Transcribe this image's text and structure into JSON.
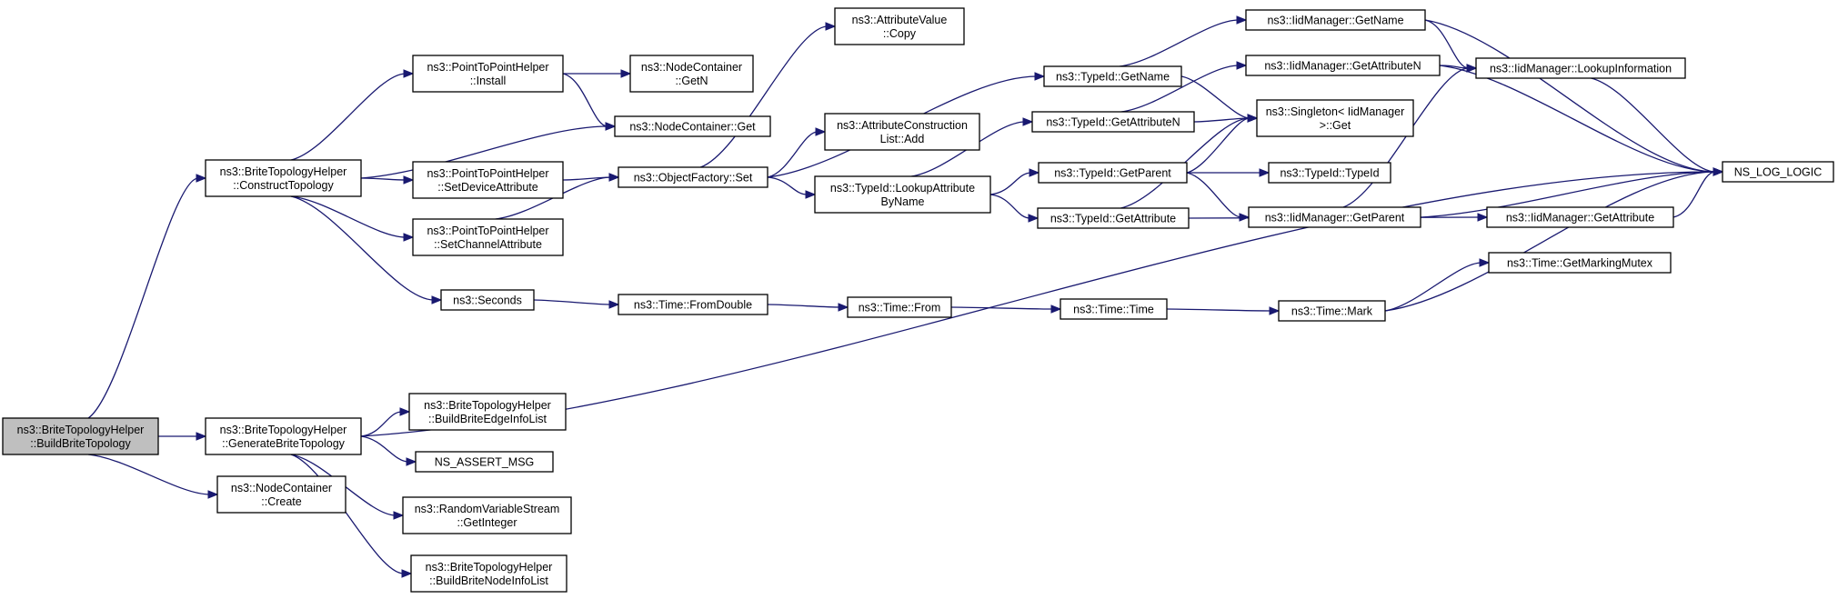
{
  "graph": {
    "edge_color": "#191970",
    "root_fill": "#bfbfbf",
    "node_fill": "#ffffff",
    "nodes": [
      {
        "id": "root",
        "lines": [
          "ns3::BriteTopologyHelper",
          "::BuildBriteTopology"
        ],
        "root": true
      },
      {
        "id": "construct",
        "lines": [
          "ns3::BriteTopologyHelper",
          "::ConstructTopology"
        ]
      },
      {
        "id": "generate",
        "lines": [
          "ns3::BriteTopologyHelper",
          "::GenerateBriteTopology"
        ]
      },
      {
        "id": "nc_create",
        "lines": [
          "ns3::NodeContainer",
          "::Create"
        ]
      },
      {
        "id": "p2p_install",
        "lines": [
          "ns3::PointToPointHelper",
          "::Install"
        ]
      },
      {
        "id": "nc_getn",
        "lines": [
          "ns3::NodeContainer",
          "::GetN"
        ]
      },
      {
        "id": "nc_get",
        "lines": [
          "ns3::NodeContainer::Get"
        ]
      },
      {
        "id": "p2p_setdev",
        "lines": [
          "ns3::PointToPointHelper",
          "::SetDeviceAttribute"
        ]
      },
      {
        "id": "p2p_setchan",
        "lines": [
          "ns3::PointToPointHelper",
          "::SetChannelAttribute"
        ]
      },
      {
        "id": "seconds",
        "lines": [
          "ns3::Seconds"
        ]
      },
      {
        "id": "objfactory_set",
        "lines": [
          "ns3::ObjectFactory::Set"
        ]
      },
      {
        "id": "attrval_copy",
        "lines": [
          "ns3::AttributeValue",
          "::Copy"
        ]
      },
      {
        "id": "attrcons_add",
        "lines": [
          "ns3::AttributeConstruction",
          "List::Add"
        ]
      },
      {
        "id": "typeid_lookup",
        "lines": [
          "ns3::TypeId::LookupAttribute",
          "ByName"
        ]
      },
      {
        "id": "time_fromdouble",
        "lines": [
          "ns3::Time::FromDouble"
        ]
      },
      {
        "id": "time_from",
        "lines": [
          "ns3::Time::From"
        ]
      },
      {
        "id": "time_time",
        "lines": [
          "ns3::Time::Time"
        ]
      },
      {
        "id": "time_mark",
        "lines": [
          "ns3::Time::Mark"
        ]
      },
      {
        "id": "time_getmarking",
        "lines": [
          "ns3::Time::GetMarkingMutex"
        ]
      },
      {
        "id": "typeid_getname",
        "lines": [
          "ns3::TypeId::GetName"
        ]
      },
      {
        "id": "typeid_getattrn",
        "lines": [
          "ns3::TypeId::GetAttributeN"
        ]
      },
      {
        "id": "typeid_getparent",
        "lines": [
          "ns3::TypeId::GetParent"
        ]
      },
      {
        "id": "typeid_getattr",
        "lines": [
          "ns3::TypeId::GetAttribute"
        ]
      },
      {
        "id": "typeid_typeid",
        "lines": [
          "ns3::TypeId::TypeId"
        ]
      },
      {
        "id": "singleton_get",
        "lines": [
          "ns3::Singleton< IidManager",
          ">::Get"
        ]
      },
      {
        "id": "iid_getname",
        "lines": [
          "ns3::IidManager::GetName"
        ]
      },
      {
        "id": "iid_getattrn",
        "lines": [
          "ns3::IidManager::GetAttributeN"
        ]
      },
      {
        "id": "iid_lookupinfo",
        "lines": [
          "ns3::IidManager::LookupInformation"
        ]
      },
      {
        "id": "iid_getparent",
        "lines": [
          "ns3::IidManager::GetParent"
        ]
      },
      {
        "id": "iid_getattr",
        "lines": [
          "ns3::IidManager::GetAttribute"
        ]
      },
      {
        "id": "ns_log_logic",
        "lines": [
          "NS_LOG_LOGIC"
        ]
      },
      {
        "id": "build_edge",
        "lines": [
          "ns3::BriteTopologyHelper",
          "::BuildBriteEdgeInfoList"
        ]
      },
      {
        "id": "ns_assert",
        "lines": [
          "NS_ASSERT_MSG"
        ]
      },
      {
        "id": "rvs_getint",
        "lines": [
          "ns3::RandomVariableStream",
          "::GetInteger"
        ]
      },
      {
        "id": "build_node",
        "lines": [
          "ns3::BriteTopologyHelper",
          "::BuildBriteNodeInfoList"
        ]
      }
    ],
    "edges": [
      [
        "root",
        "construct"
      ],
      [
        "root",
        "generate"
      ],
      [
        "root",
        "nc_create"
      ],
      [
        "construct",
        "p2p_install"
      ],
      [
        "construct",
        "nc_get"
      ],
      [
        "construct",
        "p2p_setdev"
      ],
      [
        "construct",
        "p2p_setchan"
      ],
      [
        "construct",
        "seconds"
      ],
      [
        "p2p_install",
        "nc_getn"
      ],
      [
        "p2p_install",
        "nc_get"
      ],
      [
        "p2p_setdev",
        "objfactory_set"
      ],
      [
        "p2p_setchan",
        "objfactory_set"
      ],
      [
        "objfactory_set",
        "attrval_copy"
      ],
      [
        "objfactory_set",
        "typeid_getname"
      ],
      [
        "objfactory_set",
        "attrcons_add"
      ],
      [
        "objfactory_set",
        "typeid_lookup"
      ],
      [
        "typeid_lookup",
        "typeid_getattrn"
      ],
      [
        "typeid_lookup",
        "typeid_getparent"
      ],
      [
        "typeid_lookup",
        "typeid_getattr"
      ],
      [
        "seconds",
        "time_fromdouble"
      ],
      [
        "time_fromdouble",
        "time_from"
      ],
      [
        "time_from",
        "time_time"
      ],
      [
        "time_time",
        "time_mark"
      ],
      [
        "time_mark",
        "time_getmarking"
      ],
      [
        "time_mark",
        "ns_log_logic"
      ],
      [
        "typeid_getname",
        "iid_getname"
      ],
      [
        "typeid_getname",
        "singleton_get"
      ],
      [
        "typeid_getattrn",
        "iid_getattrn"
      ],
      [
        "typeid_getattrn",
        "singleton_get"
      ],
      [
        "typeid_getparent",
        "singleton_get"
      ],
      [
        "typeid_getparent",
        "typeid_typeid"
      ],
      [
        "typeid_getparent",
        "iid_getparent"
      ],
      [
        "typeid_getattr",
        "singleton_get"
      ],
      [
        "typeid_getattr",
        "iid_getattr"
      ],
      [
        "iid_getname",
        "iid_lookupinfo"
      ],
      [
        "iid_getname",
        "ns_log_logic"
      ],
      [
        "iid_getattrn",
        "iid_lookupinfo"
      ],
      [
        "iid_getattrn",
        "ns_log_logic"
      ],
      [
        "iid_lookupinfo",
        "ns_log_logic"
      ],
      [
        "iid_getparent",
        "iid_lookupinfo"
      ],
      [
        "iid_getparent",
        "ns_log_logic"
      ],
      [
        "iid_getattr",
        "ns_log_logic"
      ],
      [
        "generate",
        "ns_log_logic"
      ],
      [
        "generate",
        "build_edge"
      ],
      [
        "generate",
        "ns_assert"
      ],
      [
        "generate",
        "rvs_getint"
      ],
      [
        "generate",
        "build_node"
      ]
    ]
  }
}
